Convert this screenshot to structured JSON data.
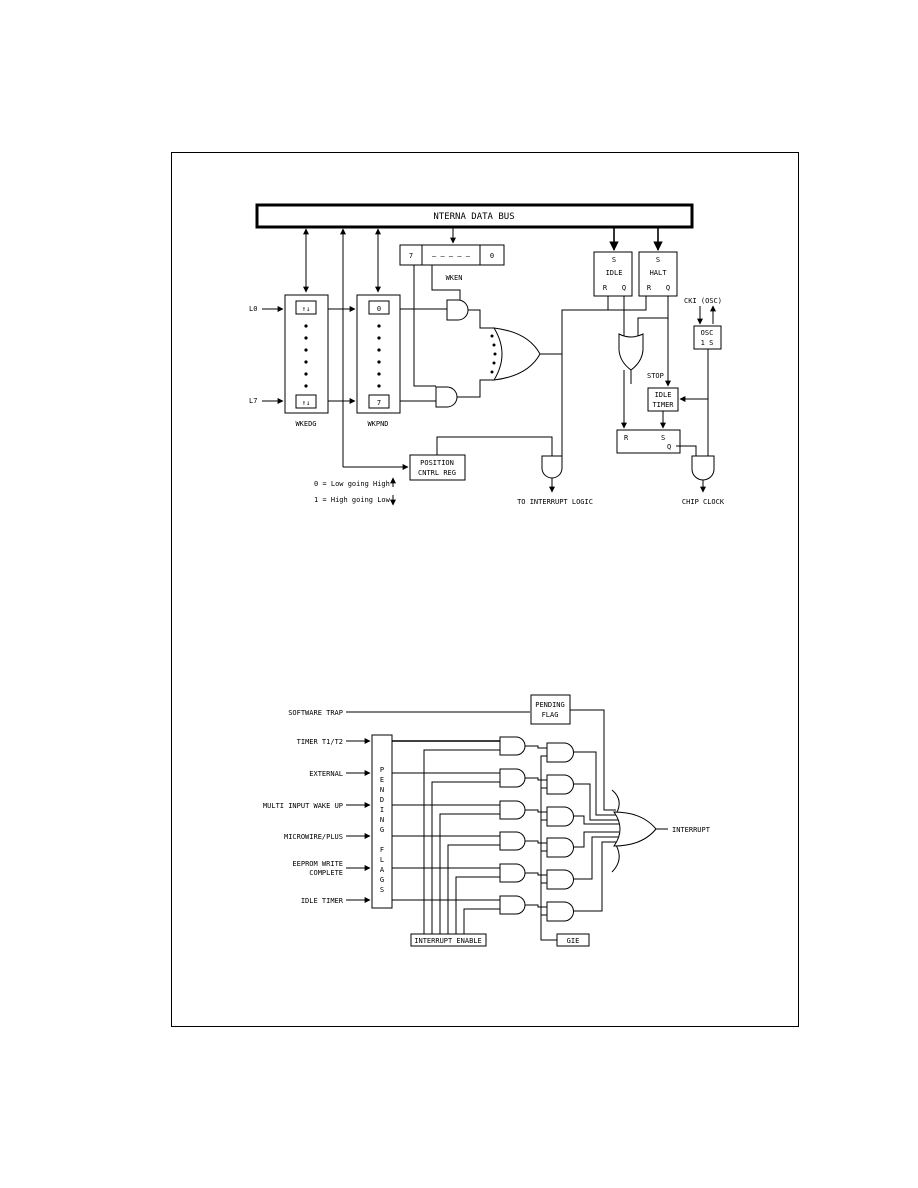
{
  "diagram1": {
    "bus_label": "NTERNA  DATA BUS",
    "inputs": {
      "first": "L0",
      "last": "L7"
    },
    "wkedg": {
      "label": "WKEDG",
      "top_cell": "↑↓",
      "bottom_cell": "↑↓"
    },
    "wkpnd": {
      "label": "WKPND",
      "top_cell": "0",
      "bottom_cell": "7"
    },
    "wken": {
      "label": "WKEN",
      "left_cell": "7",
      "middle_cell": "— — — — —",
      "right_cell": "0"
    },
    "idle": {
      "s": "S",
      "label": "IDLE",
      "r": "R",
      "q": "Q"
    },
    "halt": {
      "s": "S",
      "label": "HALT",
      "r": "R",
      "q": "Q"
    },
    "clkin": "CKI  (OSC)",
    "osc": {
      "line1": "OSC",
      "line2": "1 S"
    },
    "stop": "STOP",
    "idle_timer": {
      "line1": "IDLE",
      "line2": "TIMER"
    },
    "latch": {
      "r": "R",
      "s": "S",
      "q": "Q"
    },
    "position_reg": {
      "line1": "POSITION",
      "line2": "CNTRL REG"
    },
    "legend": {
      "line1": "0 = Low going High",
      "line2": "1 = High going Low"
    },
    "to_interrupt": "TO INTERRUPT LOGIC",
    "chip_clock": "CHIP CLOCK"
  },
  "diagram2": {
    "sources": [
      "SOFTWARE TRAP",
      "TIMER T1/T2",
      "EXTERNAL",
      "MULTI INPUT WAKE UP",
      "MICROWIRE/PLUS",
      "EEPROM WRITE",
      "COMPLETE",
      "IDLE TIMER"
    ],
    "pending_flag": {
      "line1": "PENDING",
      "line2": "FLAG"
    },
    "pending_flags_vertical": [
      "P",
      "E",
      "N",
      "D",
      "I",
      "N",
      "G",
      "",
      "F",
      "L",
      "A",
      "G",
      "S"
    ],
    "interrupt_enable": "INTERRUPT ENABLE",
    "gie": "GIE",
    "interrupt": "INTERRUPT"
  }
}
